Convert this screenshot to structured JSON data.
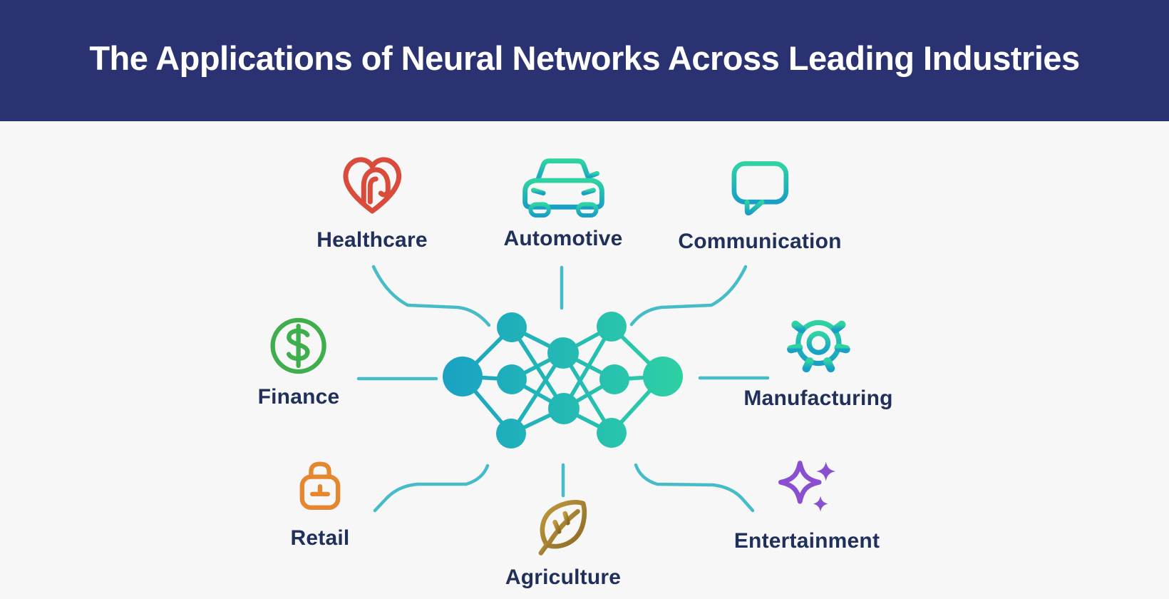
{
  "header": {
    "title": "The Applications of Neural Networks Across Leading Industries",
    "bg_color": "#2b3271",
    "text_color": "#ffffff"
  },
  "colors": {
    "background": "#f6f7f6",
    "label_text": "#20305a",
    "connector": "#47bcc9",
    "teal_blue": "#189fc6",
    "teal_green": "#2fd3a2",
    "healthcare_red": "#d94b3a",
    "finance_green": "#3fae4c",
    "retail_orange": "#e5872f",
    "agriculture_gold_light": "#c09a3e",
    "agriculture_gold_dark": "#8a6a25",
    "entertainment_purple": "#8a4fd0"
  },
  "industries": [
    {
      "label": "Healthcare",
      "icon": "heart-pulse-icon",
      "color": "#d94b3a"
    },
    {
      "label": "Automotive",
      "icon": "car-icon",
      "color": "teal-gradient"
    },
    {
      "label": "Communication",
      "icon": "chat-bubble-icon",
      "color": "teal-gradient"
    },
    {
      "label": "Finance",
      "icon": "dollar-circle-icon",
      "color": "#3fae4c"
    },
    {
      "label": "Manufacturing",
      "icon": "gear-icon",
      "color": "teal-gradient"
    },
    {
      "label": "Retail",
      "icon": "shopping-bag-icon",
      "color": "#e5872f"
    },
    {
      "label": "Agriculture",
      "icon": "leaf-icon",
      "color": "#a5802e"
    },
    {
      "label": "Entertainment",
      "icon": "sparkles-icon",
      "color": "#8a4fd0"
    }
  ],
  "network": {
    "type": "neural-network",
    "layers": [
      1,
      3,
      2,
      3,
      1
    ],
    "description": "central neural network graphic connected by lines to each industry icon"
  }
}
